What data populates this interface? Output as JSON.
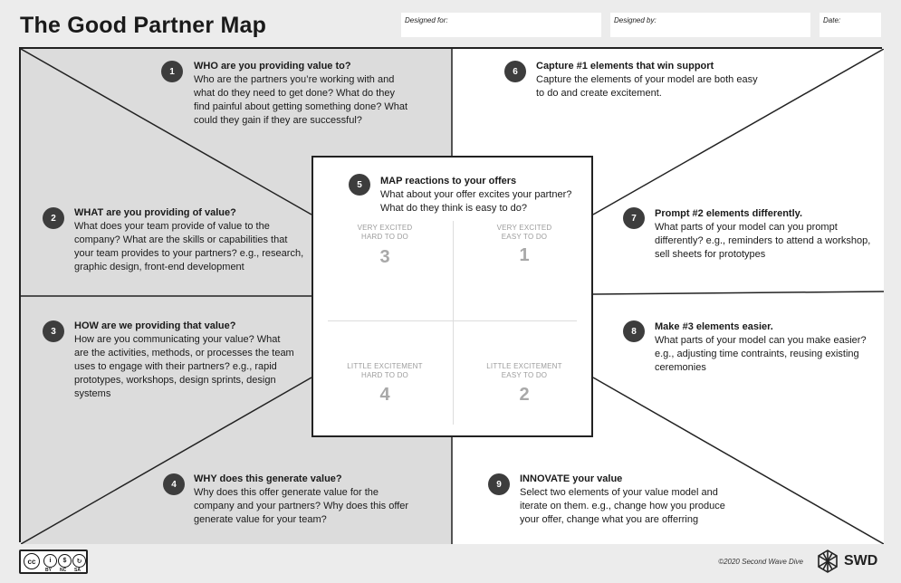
{
  "header": {
    "title": "The Good Partner Map",
    "fields": [
      {
        "label": "Designed for:"
      },
      {
        "label": "Designed by:"
      },
      {
        "label": "Date:"
      }
    ]
  },
  "sections": [
    {
      "number": "1",
      "heading": "WHO are you providing value to?",
      "body": "Who are the partners you’re working with and what do they need to get done? What do they find painful about getting something done? What could they gain if they are successful?"
    },
    {
      "number": "2",
      "heading": "WHAT are you providing of value?",
      "body": "What does your team provide of value to the company? What are the skills or capabilities that your team provides to your partners? e.g., research, graphic design, front-end development"
    },
    {
      "number": "3",
      "heading": "HOW are we providing that value?",
      "body": "How are you communicating your value? What are the activities, methods, or processes the team uses to engage with their partners? e.g., rapid prototypes, workshops, design sprints, design systems"
    },
    {
      "number": "4",
      "heading": "WHY does this generate value?",
      "body": "Why does this offer generate value for the company and your partners? Why does this offer generate value for your team?"
    },
    {
      "number": "5",
      "heading": "MAP reactions to your offers",
      "body": "What about your offer excites your partner? What do they think is easy to do?"
    },
    {
      "number": "6",
      "heading": "Capture #1 elements that win support",
      "body": "Capture the elements of your model are both easy to do and create excitement."
    },
    {
      "number": "7",
      "heading": "Prompt #2 elements differently.",
      "body": "What parts of your model can you prompt differently? e.g., reminders to attend a workshop, sell sheets for prototypes"
    },
    {
      "number": "8",
      "heading": "Make #3 elements easier.",
      "body": "What parts of your model can you make easier? e.g., adjusting time contraints, reusing existing ceremonies"
    },
    {
      "number": "9",
      "heading": "INNOVATE your value",
      "body": "Select two elements of your value model and iterate on them. e.g., change how you produce your offer, change what you are offerring"
    }
  ],
  "quadrants": [
    {
      "line1": "VERY EXCITED",
      "line2": "HARD TO DO",
      "number": "3"
    },
    {
      "line1": "VERY EXCITED",
      "line2": "EASY TO DO",
      "number": "1"
    },
    {
      "line1": "LITTLE EXCITEMENT",
      "line2": "HARD TO DO",
      "number": "4"
    },
    {
      "line1": "LITTLE EXCITEMENT",
      "line2": "EASY TO DO",
      "number": "2"
    }
  ],
  "footer": {
    "copyright": "©2020 Second Wave Dive",
    "logo_text": "SWD",
    "license_marks": [
      "BY",
      "NC",
      "SA"
    ],
    "license_icon": "creative-commons-icon"
  },
  "colors": {
    "left_panel": "#dcdcdc",
    "right_panel": "#ffffff",
    "number_badge": "#3d3d3d",
    "border": "#222222"
  }
}
